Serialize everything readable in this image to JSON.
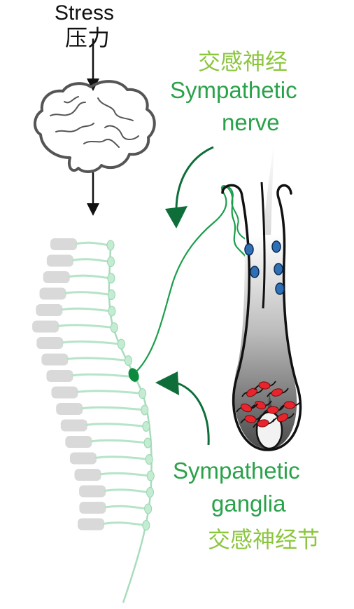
{
  "labels": {
    "stress_en": "Stress",
    "stress_zh": "压力",
    "nerve_zh": "交感神经",
    "nerve_en_line1": "Sympathetic",
    "nerve_en_line2": "nerve",
    "ganglia_en_line1": "Sympathetic",
    "ganglia_en_line2": "ganglia",
    "ganglia_zh": "交感神经节"
  },
  "icons": {
    "brain": "brain-icon",
    "spine": "spine-illustration",
    "hair_follicle": "hair-follicle-illustration"
  },
  "colors": {
    "text_dark": "#111111",
    "label_green": "#2aa24a",
    "label_lightgreen": "#8cc63f",
    "arrow_green": "#0e6e3a",
    "nerve_green": "#1b9e4b",
    "chain_green": "#a8dcbc",
    "vertebra_gray": "#d9d9d9",
    "blue_cells": "#2f6fb5",
    "red_cells": "#e8242c"
  }
}
